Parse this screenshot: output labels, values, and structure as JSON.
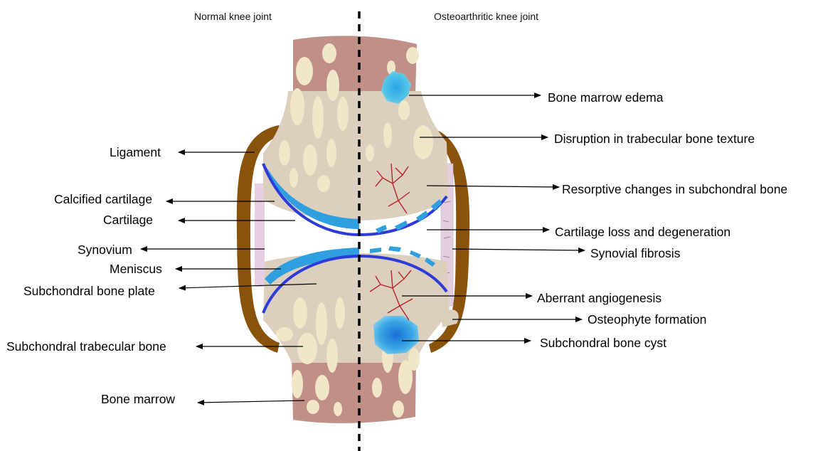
{
  "titles": {
    "left": "Normal knee joint",
    "right": "Osteoarthritic knee joint"
  },
  "left_labels": {
    "ligament": "Ligament",
    "calcified_cartilage": "Calcified cartilage",
    "cartilage": "Cartilage",
    "synovium": "Synovium",
    "meniscus": "Meniscus",
    "subchondral_bone_plate": "Subchondral bone plate",
    "subchondral_trabecular_bone": "Subchondral trabecular bone",
    "bone_marrow": "Bone marrow"
  },
  "right_labels": {
    "bone_marrow_edema": "Bone marrow edema",
    "disruption_trabecular": "Disruption in trabecular bone texture",
    "resorptive_changes": "Resorptive changes in subchondral bone",
    "cartilage_loss": "Cartilage loss and degeneration",
    "synovial_fibrosis": "Synovial fibrosis",
    "aberrant_angiogenesis": "Aberrant angiogenesis",
    "osteophyte_formation": "Osteophyte formation",
    "subchondral_bone_cyst": "Subchondral bone cyst"
  },
  "colors": {
    "bone": "#dccfbd",
    "marrow": "#bf8f88",
    "trabecula": "#f1e6c8",
    "ligament": "#8a530c",
    "cartilage_line": "#2d3bd9",
    "cartilage_fill": "#2f9fe0",
    "synovium": "#e6cfe2",
    "vessel": "#b5232a",
    "edema": "#3bb6e2",
    "divider": "#000000",
    "text": "#000000"
  }
}
